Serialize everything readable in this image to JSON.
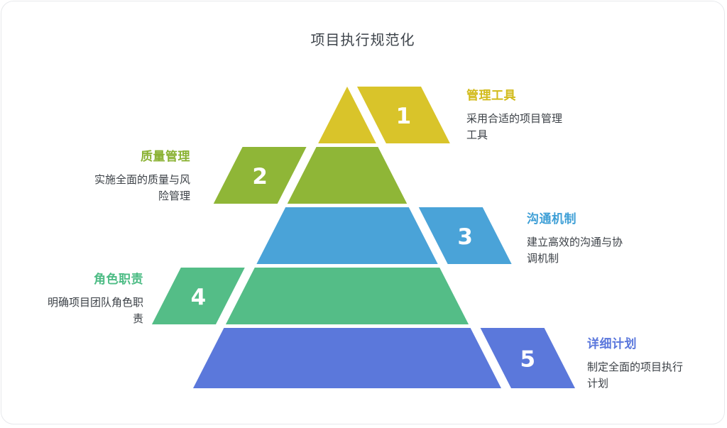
{
  "title": "项目执行规范化",
  "levels": [
    {
      "number": "1",
      "label": "管理工具",
      "desc": "采用合适的项目管理工具",
      "side": "right",
      "color": "#d9c42a",
      "label_color": "#d2bb1b"
    },
    {
      "number": "2",
      "label": "质量管理",
      "desc": "实施全面的质量与风险管理",
      "side": "left",
      "color": "#8fb637",
      "label_color": "#8ab233"
    },
    {
      "number": "3",
      "label": "沟通机制",
      "desc": "建立高效的沟通与协调机制",
      "side": "right",
      "color": "#4aa3d8",
      "label_color": "#3e9fd6"
    },
    {
      "number": "4",
      "label": "角色职责",
      "desc": "明确项目团队角色职责",
      "side": "left",
      "color": "#54bd87",
      "label_color": "#4dbc85"
    },
    {
      "number": "5",
      "label": "详细计划",
      "desc": "制定全面的项目执行计划",
      "side": "right",
      "color": "#5b78db",
      "label_color": "#5a77dc"
    }
  ]
}
